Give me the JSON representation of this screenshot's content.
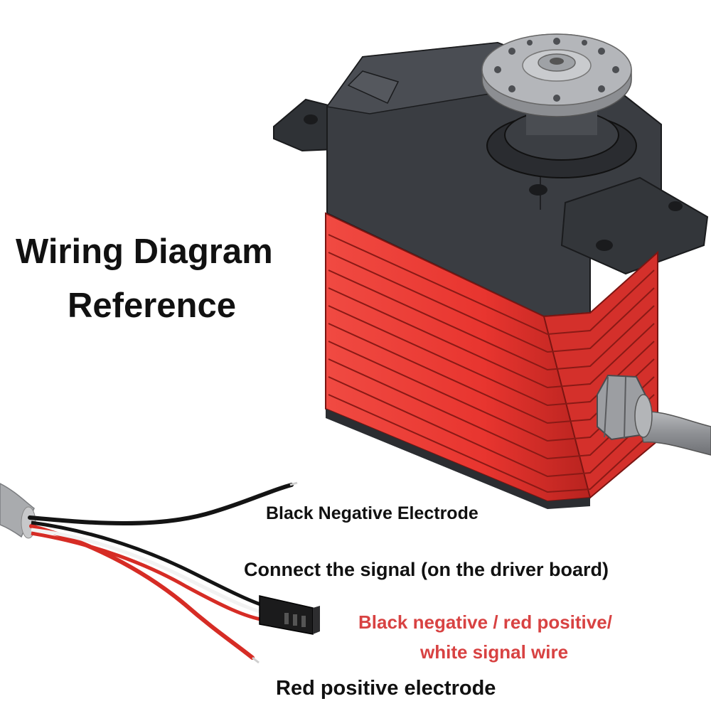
{
  "title": {
    "line1": "Wiring Diagram",
    "line2": "Reference"
  },
  "labels": {
    "black_negative": "Black Negative Electrode",
    "signal": "Connect the signal (on the driver board)",
    "legend_line1": "Black negative / red positive/",
    "legend_line2": "white signal wire",
    "red_positive": "Red positive electrode"
  },
  "colors": {
    "servo_body": "#3a3d42",
    "servo_red": "#e8352f",
    "legend_text": "#d84242",
    "cable_grey": "#9a9ca0"
  }
}
